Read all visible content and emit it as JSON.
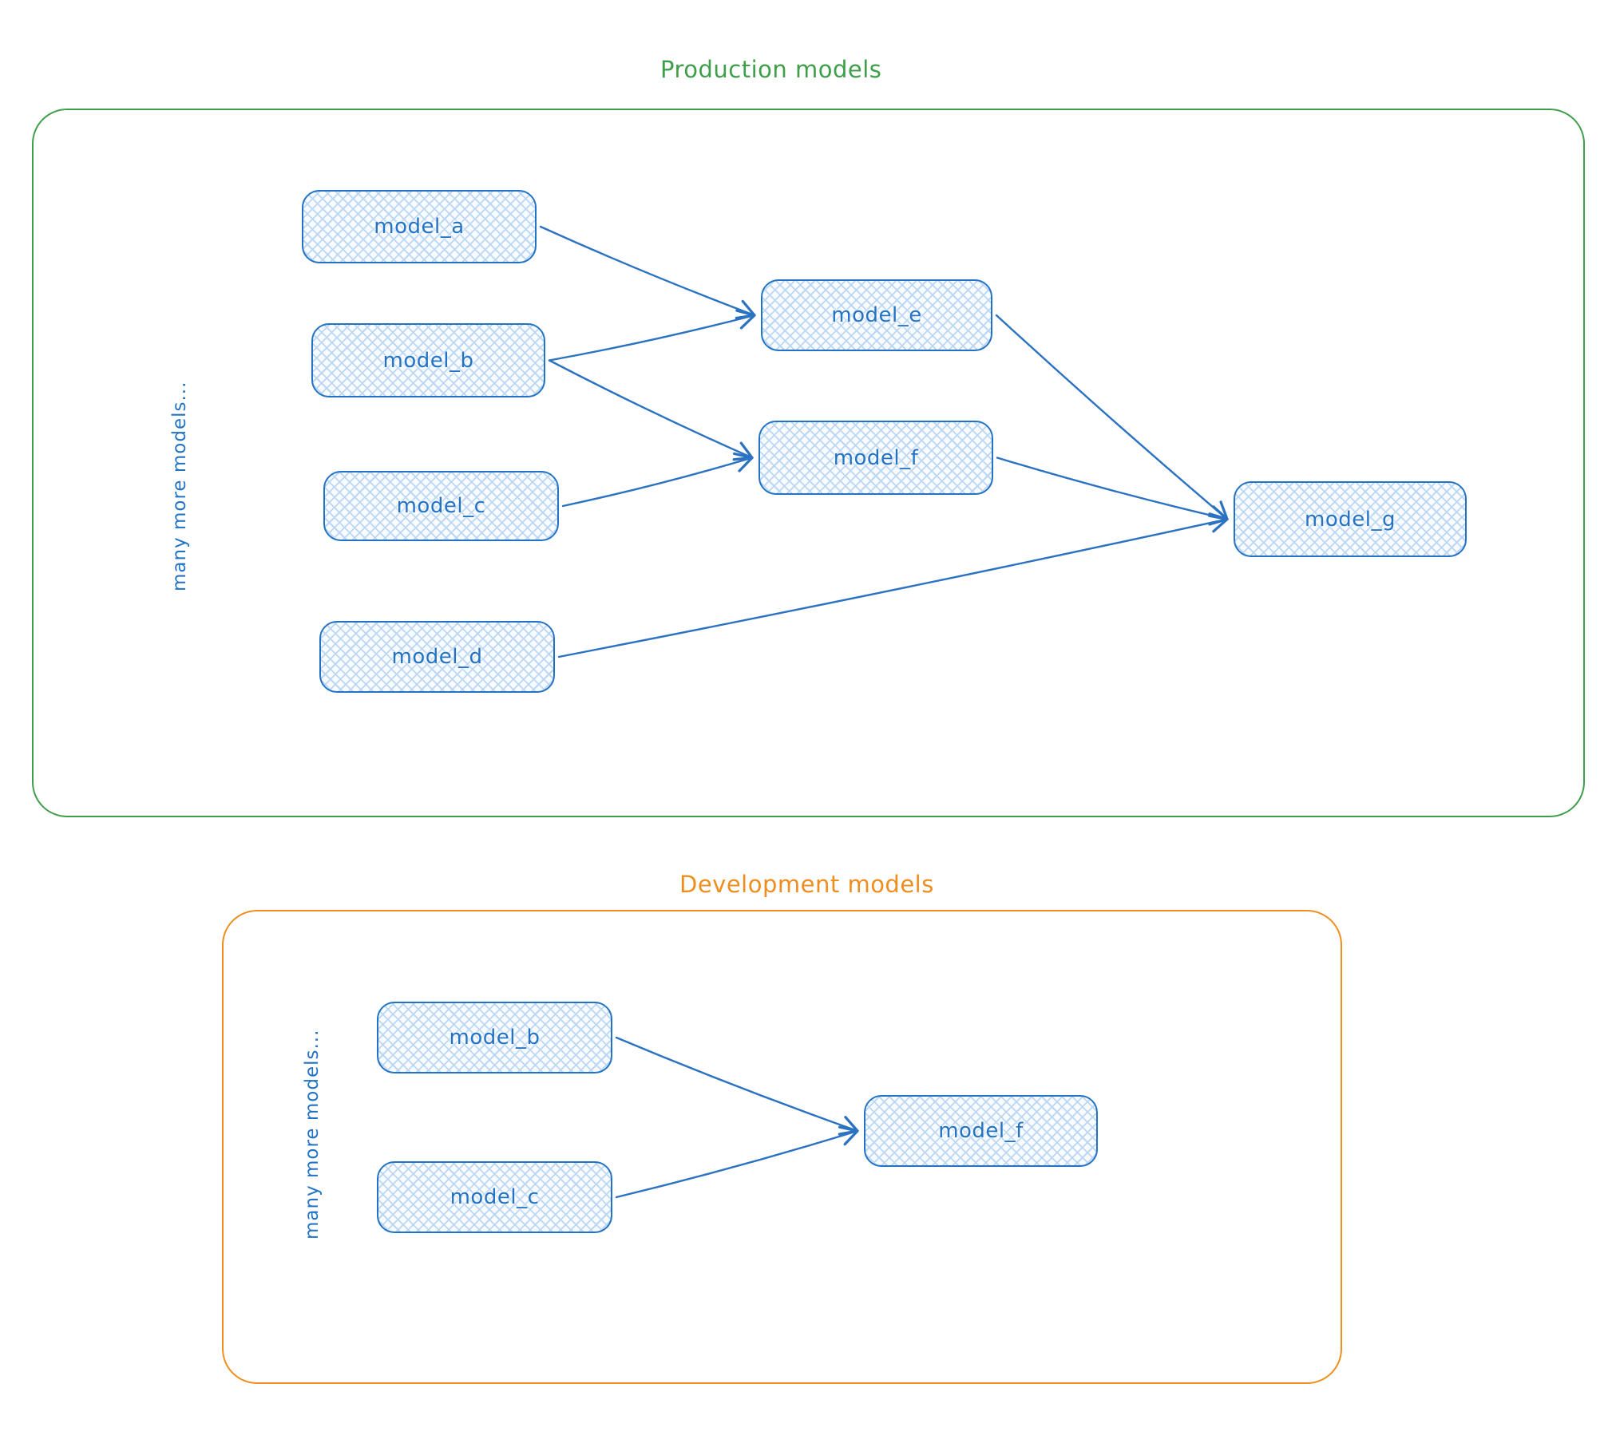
{
  "colors": {
    "production_accent": "#3f9e4a",
    "development_accent": "#ee8e1f",
    "node_border": "#2273c4",
    "node_text": "#2273c4",
    "node_hatch": "#bcd7f4",
    "node_bg": "#f8fbff",
    "arrow_color": "#2b72c2"
  },
  "production": {
    "title": "Production models",
    "side_label": "many more models...",
    "nodes": [
      {
        "label": "model_a"
      },
      {
        "label": "model_b"
      },
      {
        "label": "model_c"
      },
      {
        "label": "model_d"
      },
      {
        "label": "model_e"
      },
      {
        "label": "model_f"
      },
      {
        "label": "model_g"
      }
    ],
    "edges": [
      {
        "from": "model_a",
        "to": "model_e"
      },
      {
        "from": "model_b",
        "to": "model_e"
      },
      {
        "from": "model_b",
        "to": "model_f"
      },
      {
        "from": "model_c",
        "to": "model_f"
      },
      {
        "from": "model_e",
        "to": "model_g"
      },
      {
        "from": "model_f",
        "to": "model_g"
      },
      {
        "from": "model_d",
        "to": "model_g"
      }
    ]
  },
  "development": {
    "title": "Development models",
    "side_label": "many more models...",
    "nodes": [
      {
        "label": "model_b"
      },
      {
        "label": "model_c"
      },
      {
        "label": "model_f"
      }
    ],
    "edges": [
      {
        "from": "model_b",
        "to": "model_f"
      },
      {
        "from": "model_c",
        "to": "model_f"
      }
    ]
  }
}
